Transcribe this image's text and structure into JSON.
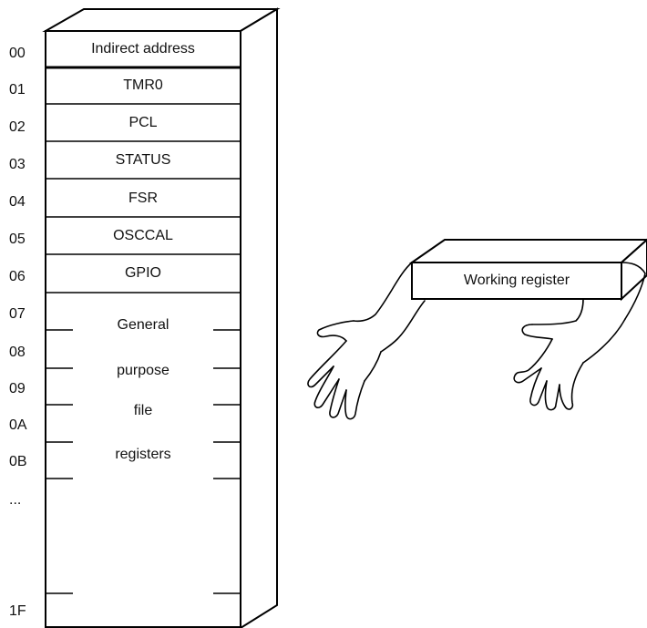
{
  "register_file": {
    "addresses": [
      "00",
      "01",
      "02",
      "03",
      "04",
      "05",
      "06",
      "07",
      "08",
      "09",
      "0A",
      "0B",
      "...",
      "1F"
    ],
    "registers": [
      "Indirect address",
      "TMR0",
      "PCL",
      "STATUS",
      "FSR",
      "OSCCAL",
      "GPIO"
    ],
    "general_purpose_lines": [
      "General",
      "purpose",
      "file",
      "registers"
    ]
  },
  "working_register": {
    "label": "Working register"
  }
}
